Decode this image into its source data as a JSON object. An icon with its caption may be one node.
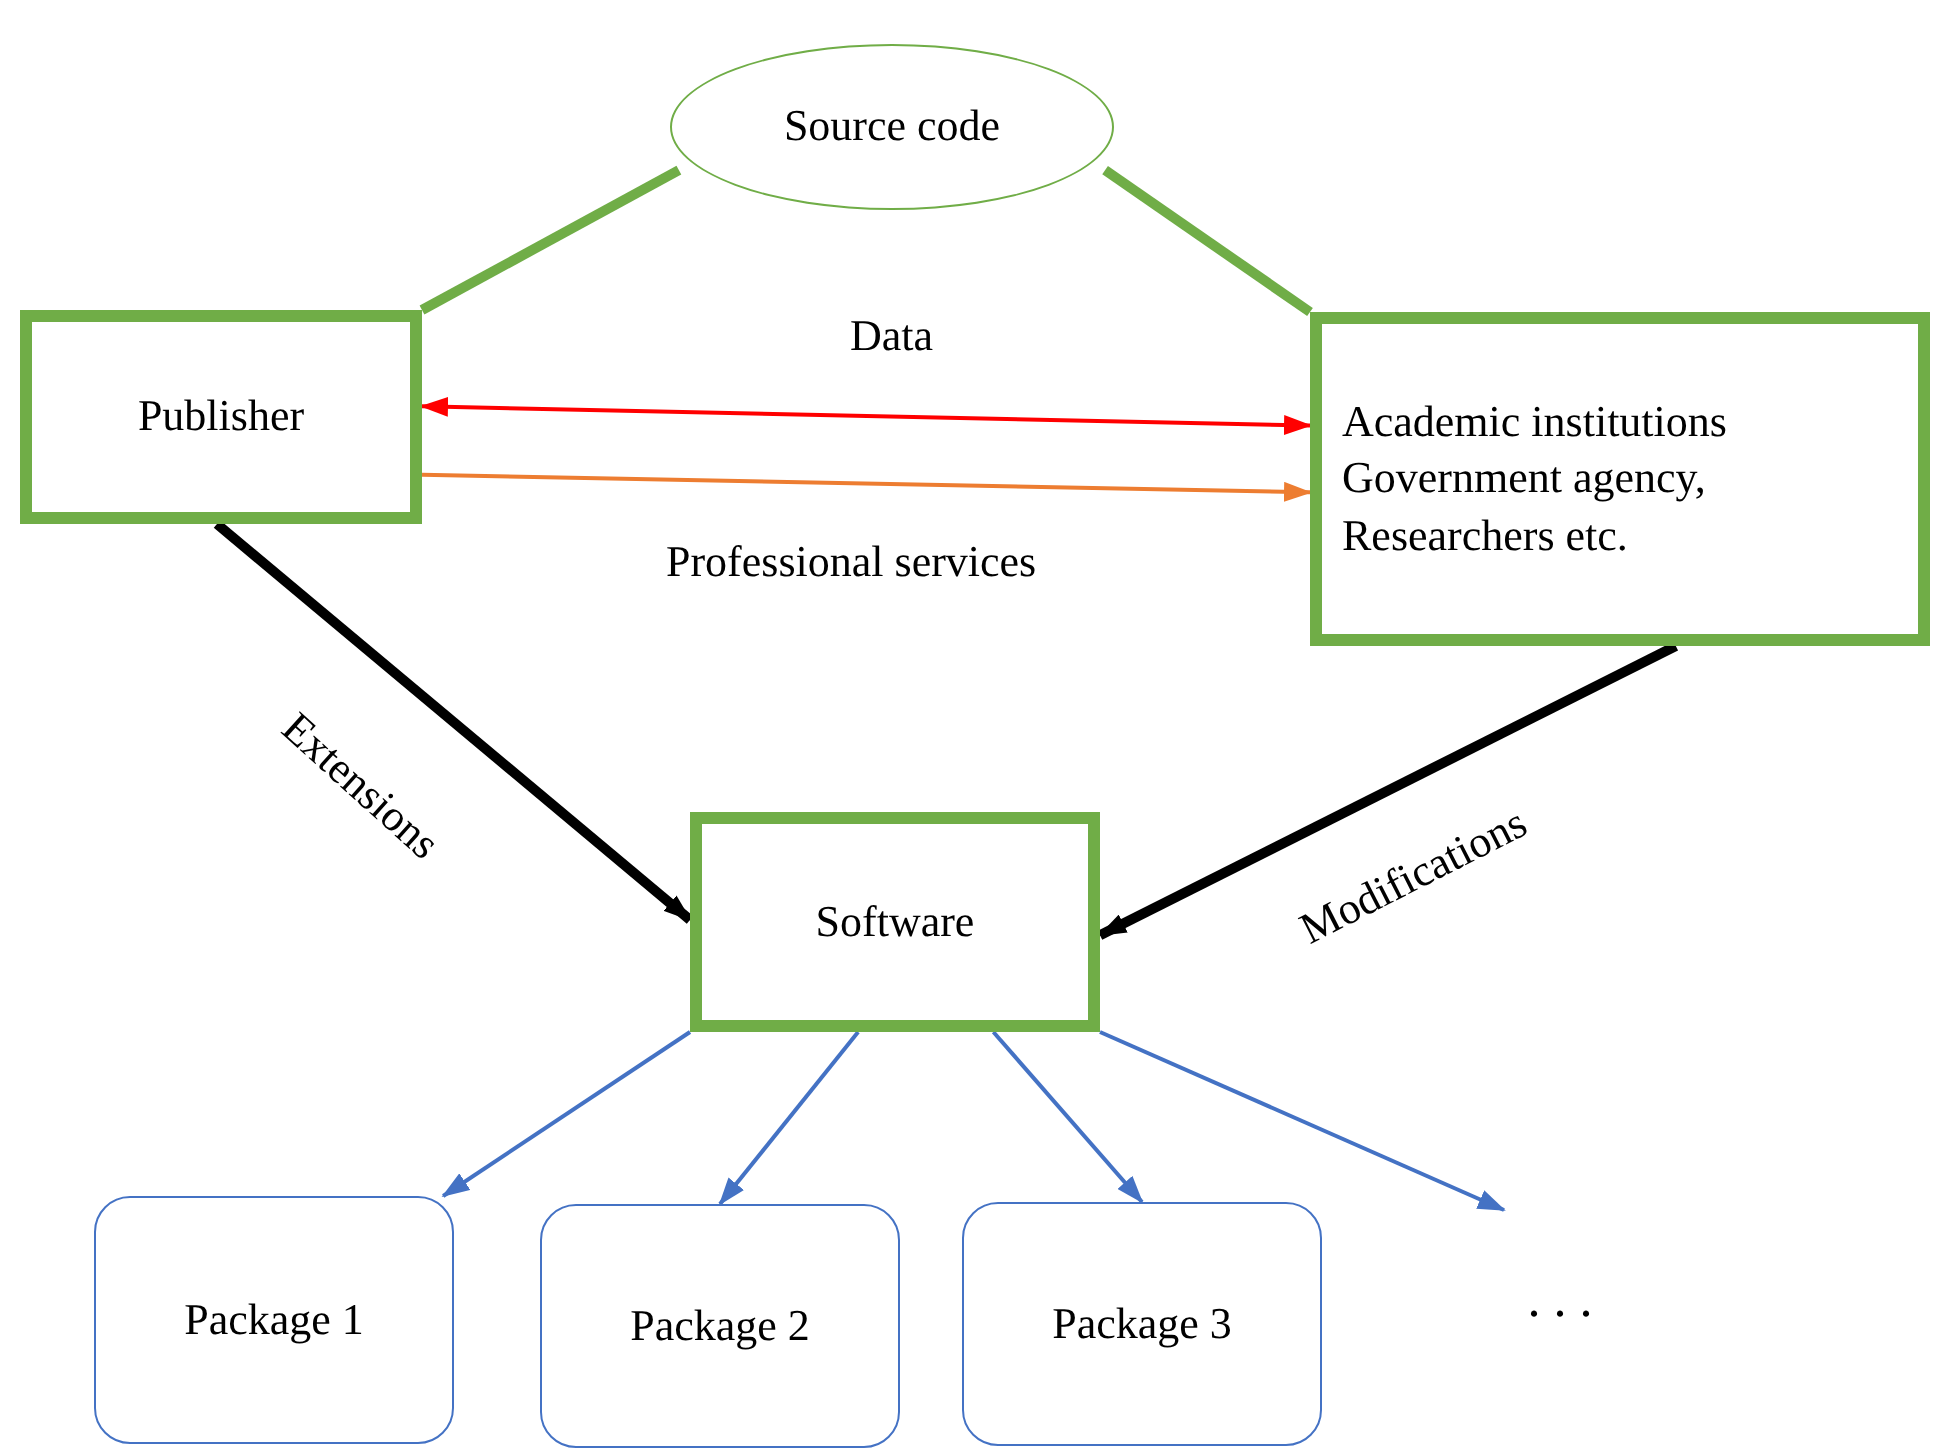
{
  "diagram": {
    "nodes": [
      {
        "text": [
          "Source code"
        ]
      },
      {
        "text": [
          "Publisher"
        ]
      },
      {
        "text": [
          "Academic institutions Government agency, Researchers etc."
        ]
      },
      {
        "text": [
          "Software"
        ]
      },
      {
        "text": [
          "Package 1"
        ]
      },
      {
        "text": [
          "Package 2"
        ]
      },
      {
        "text": [
          "Package 3"
        ]
      },
      {
        "text": [
          ". . ."
        ]
      }
    ],
    "edges": [
      {
        "from": 1,
        "to": 0,
        "arrow": "none",
        "style": "thick",
        "color": "#70ad47"
      },
      {
        "from": 0,
        "to": 2,
        "arrow": "none",
        "style": "thick",
        "color": "#70ad47"
      },
      {
        "from": 1,
        "to": 2,
        "arrow": "both",
        "label": "Data",
        "color": "#ff0000"
      },
      {
        "from": 1,
        "to": 2,
        "arrow": "to",
        "label": "Professional services",
        "color": "#ed7d31"
      },
      {
        "from": 1,
        "to": 3,
        "arrow": "to",
        "label": "Extensions",
        "style": "thick",
        "color": "#000000"
      },
      {
        "from": 2,
        "to": 3,
        "arrow": "to",
        "label": "Modifications",
        "style": "thick",
        "color": "#000000"
      },
      {
        "from": 3,
        "to": 4,
        "arrow": "to"
      },
      {
        "from": 3,
        "to": 5,
        "arrow": "to"
      },
      {
        "from": 3,
        "to": 6,
        "arrow": "to"
      },
      {
        "from": 3,
        "to": 7,
        "arrow": "to"
      }
    ]
  }
}
